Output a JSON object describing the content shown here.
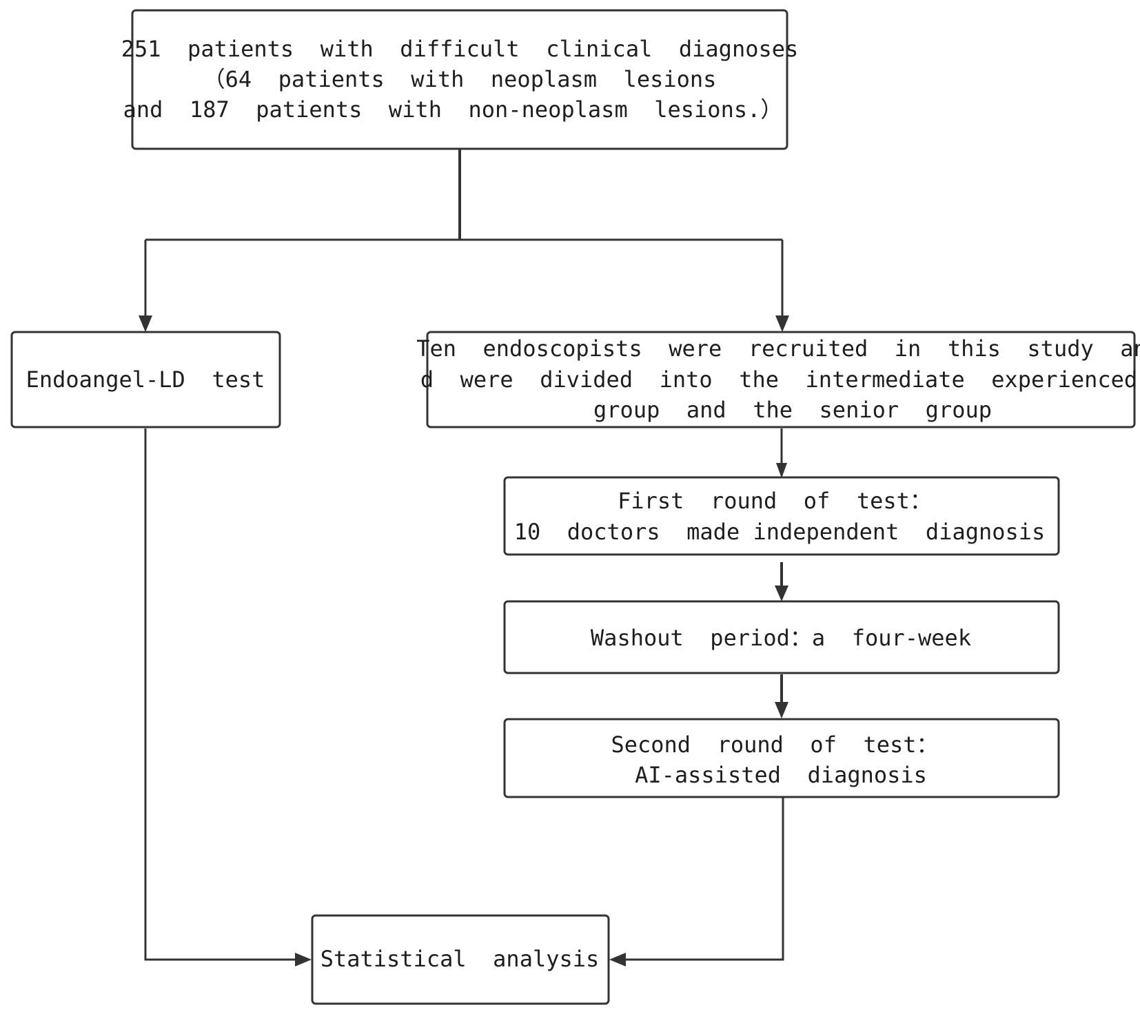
{
  "nodes": {
    "patients": {
      "lines": [
        "251  patients  with  difficult  clinical  diagnoses",
        "（64  patients  with  neoplasm  lesions",
        "and  187  patients  with  non-neoplasm  lesions.）"
      ]
    },
    "endoangel": {
      "lines": [
        "Endoangel-LD  test"
      ]
    },
    "endoscopists": {
      "lines": [
        "Ten  endoscopists  were  recruited  in  this  study  an",
        "d  were  divided  into  the  intermediate  experienced",
        "group  and  the  senior  group"
      ]
    },
    "first_round": {
      "lines": [
        "First  round  of  test：",
        "10  doctors  made independent  diagnosis"
      ]
    },
    "washout": {
      "lines": [
        "Washout  period：a  four-week"
      ]
    },
    "second_round": {
      "lines": [
        "Second  round  of  test：",
        "AI-assisted  diagnosis"
      ]
    },
    "statistical": {
      "lines": [
        "Statistical  analysis"
      ]
    }
  },
  "edges": [
    {
      "from": "patients",
      "to": "endoangel"
    },
    {
      "from": "patients",
      "to": "endoscopists"
    },
    {
      "from": "endoscopists",
      "to": "first_round"
    },
    {
      "from": "first_round",
      "to": "washout"
    },
    {
      "from": "washout",
      "to": "second_round"
    },
    {
      "from": "endoangel",
      "to": "statistical"
    },
    {
      "from": "second_round",
      "to": "statistical"
    }
  ]
}
